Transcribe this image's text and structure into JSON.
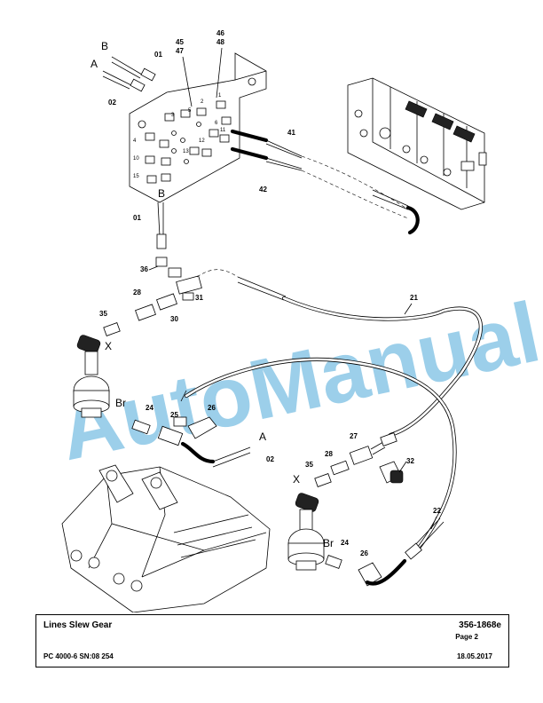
{
  "title_block": {
    "title": "Lines Slew Gear",
    "doc_number": "356-1868e",
    "page": "Page 2",
    "machine": "PC 4000-6 SN:08 254",
    "date": "18.05.2017"
  },
  "watermark": "AutoManual",
  "callouts": {
    "c_B_top": "B",
    "c_A_top": "A",
    "c_01_top": "01",
    "c_02_top": "02",
    "c_45": "45",
    "c_47": "47",
    "c_46": "46",
    "c_48": "48",
    "c_41": "41",
    "c_42": "42",
    "c_B_mid": "B",
    "c_01_mid": "01",
    "c_36": "36",
    "c_31": "31",
    "c_28_l": "28",
    "c_30": "30",
    "c_35_l": "35",
    "c_X_l": "X",
    "c_21": "21",
    "c_Br_l": "Br",
    "c_24_l": "24",
    "c_25": "25",
    "c_26_l": "26",
    "c_A_mid": "A",
    "c_02_mid": "02",
    "c_27": "27",
    "c_35_r": "35",
    "c_28_r": "28",
    "c_32": "32",
    "c_X_r": "X",
    "c_22": "22",
    "c_Br_r": "Br",
    "c_24_r": "24",
    "c_26_r": "26"
  },
  "port_numbers": {
    "p1": "1",
    "p2": "2",
    "p3": "3",
    "p4": "4",
    "p5": "5",
    "p6": "6",
    "p10": "10",
    "p11": "11",
    "p12": "12",
    "p13": "13",
    "p15": "15"
  }
}
